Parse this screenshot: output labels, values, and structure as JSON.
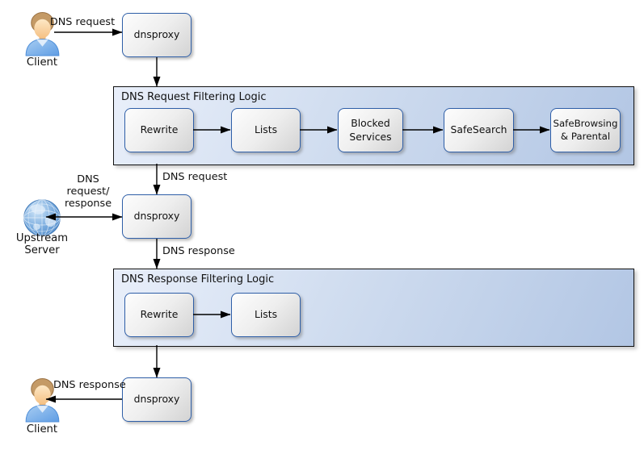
{
  "colors": {
    "canvas_bg": "#ffffff",
    "group_fill_light": "#e9effa",
    "group_fill_dark": "#b2c6e4",
    "group_border": "#111111",
    "node_border": "#2f5fa8",
    "node_fill_light": "#fdfdfd",
    "node_fill_dark": "#d3d3d3",
    "arrow": "#000000"
  },
  "actors": {
    "client_top": {
      "label": "Client",
      "icon": "person-icon"
    },
    "upstream_server": {
      "label": "Upstream\nServer",
      "icon": "globe-icon"
    },
    "client_bottom": {
      "label": "Client",
      "icon": "person-icon"
    }
  },
  "proxies": {
    "top": {
      "label": "dnsproxy"
    },
    "middle": {
      "label": "dnsproxy"
    },
    "bottom": {
      "label": "dnsproxy"
    }
  },
  "groups": {
    "request": {
      "title": "DNS Request Filtering Logic",
      "steps": [
        "Rewrite",
        "Lists",
        "Blocked Services",
        "SafeSearch",
        "SafeBrowsing & Parental"
      ]
    },
    "response": {
      "title": "DNS Response Filtering Logic",
      "steps": [
        "Rewrite",
        "Lists"
      ]
    }
  },
  "edge_labels": {
    "client_request": "DNS request",
    "request_to_proxy": "DNS request",
    "upstream_exchange": "DNS\nrequest/\nresponse",
    "response_from_proxy": "DNS response",
    "response_to_client": "DNS response"
  }
}
